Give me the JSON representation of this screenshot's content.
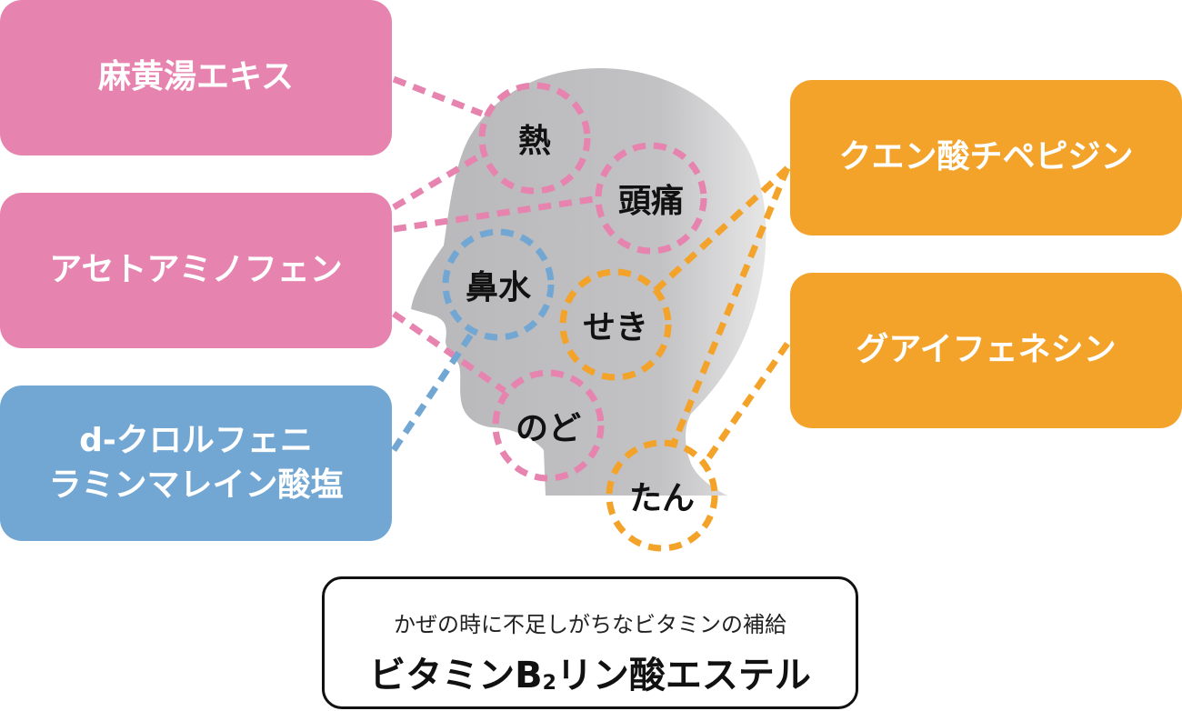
{
  "ingredients": {
    "maoto": "麻黄湯エキス",
    "acetaminophen": "アセトアミノフェン",
    "chlorphenamine_line1": "d-クロルフェニ",
    "chlorphenamine_line2": "ラミンマレイン酸塩",
    "tipepidine": "クエン酸チペピジン",
    "guaifenesin": "グアイフェネシン"
  },
  "symptoms": {
    "fever": "熱",
    "headache": "頭痛",
    "runny_nose": "鼻水",
    "cough": "せき",
    "throat": "のど",
    "phlegm": "たん"
  },
  "vitamin": {
    "subtitle": "かぜの時に不足しがちなビタミンの補給",
    "title_before": "ビタミンB",
    "title_sub": "2",
    "title_after": "リン酸エステル"
  },
  "colors": {
    "pink": "#E684AF",
    "blue": "#72A7D3",
    "orange": "#F3A32A",
    "head": "#BEBEC0"
  }
}
